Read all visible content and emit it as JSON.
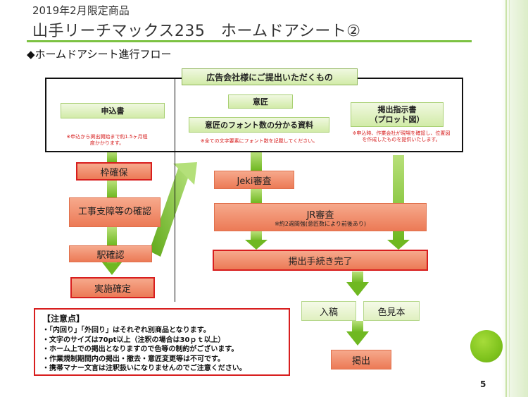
{
  "header": {
    "subtitle": "2019年2月限定商品",
    "title": "山手リーチマックス235　ホームドアシート②"
  },
  "section_title": "◆ホームドアシート進行フロー",
  "flow": {
    "header_box": "広告会社様にご提出いただくもの",
    "application": {
      "label": "申込書",
      "note": "※申込から掲出開始まで約1.5ヶ月程度かかります。"
    },
    "design": {
      "label": "意匠",
      "sub_label": "意匠のフォント数の分かる資料",
      "note": "※全ての文字要素にフォント数を記載してください。"
    },
    "instruction": {
      "label_line1": "掲出指示書",
      "label_line2": "（プロット図）",
      "note": "※申込時、作業会社が現場を確認し、位置図を作成したものを提供いたします。"
    },
    "left_steps": [
      "枠確保",
      "工事支障等の確認",
      "駅確認",
      "実施確定"
    ],
    "jeki_review": "Jeki審査",
    "jr_review": "JR審査",
    "jr_review_note": "※約2週間強(意匠数により前後あり)",
    "complete": "掲出手続き完了",
    "submission": "入稿",
    "color_sample": "色見本",
    "posting": "掲出"
  },
  "warning": {
    "title": "【注意点】",
    "items": [
      "・「内回り」「外回り」はそれぞれ別商品となります。",
      "・文字のサイズは70pt以上（注釈の場合は30ｐｔ以上）",
      "・ホーム上での掲出となりますので色等の制約がございます。",
      "・作業規制期間内の掲出・撤去・意匠変更等は不可です。",
      "・携帯マナー文言は注釈扱いになりませんのでご注意ください。"
    ]
  },
  "page_number": "5",
  "colors": {
    "accent_green": "#7cc242",
    "salmon": "#ec7a56",
    "warning_red": "#d81e1e"
  }
}
